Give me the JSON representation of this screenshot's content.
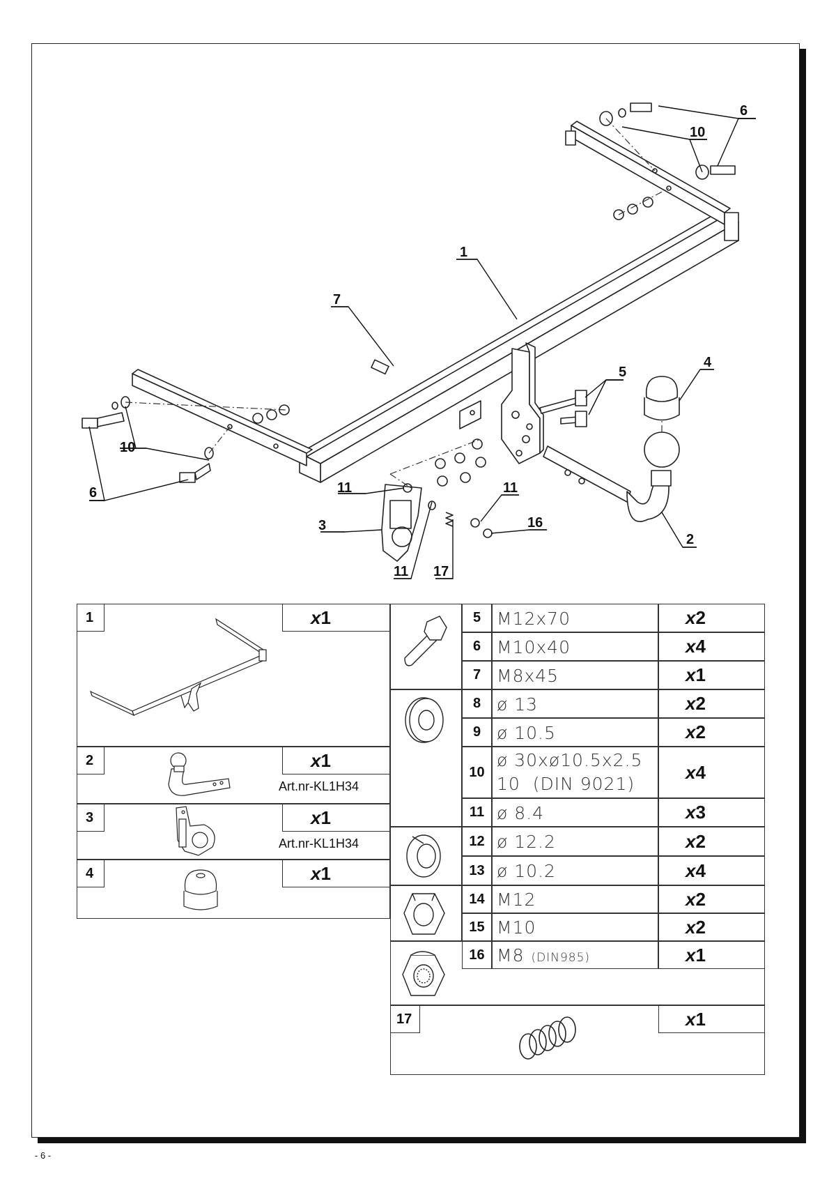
{
  "page": {
    "number": "- 6 -"
  },
  "diagram": {
    "callouts": [
      "1",
      "2",
      "3",
      "4",
      "5",
      "6",
      "6",
      "7",
      "10",
      "10",
      "11",
      "11",
      "11",
      "16",
      "17"
    ]
  },
  "parts": [
    {
      "no": "1",
      "qty_prefix": "x",
      "qty": "1",
      "icon": "tow-bar-frame-icon"
    },
    {
      "no": "2",
      "qty_prefix": "x",
      "qty": "1",
      "art": "Art.nr-KL1H34",
      "icon": "tow-ball-neck-icon"
    },
    {
      "no": "3",
      "qty_prefix": "x",
      "qty": "1",
      "art": "Art.nr-KL1H34",
      "icon": "socket-plate-icon"
    },
    {
      "no": "4",
      "qty_prefix": "x",
      "qty": "1",
      "icon": "ball-cap-icon"
    }
  ],
  "hardware": [
    {
      "no": "5",
      "spec": "M12x70",
      "qty_prefix": "x",
      "qty": "2"
    },
    {
      "no": "6",
      "spec": "M10x40",
      "qty_prefix": "x",
      "qty": "4"
    },
    {
      "no": "7",
      "spec": "M8x45",
      "qty_prefix": "x",
      "qty": "1"
    },
    {
      "no": "8",
      "spec": "ø 13",
      "qty_prefix": "x",
      "qty": "2"
    },
    {
      "no": "9",
      "spec": "ø 10.5",
      "qty_prefix": "x",
      "qty": "2"
    },
    {
      "no": "10",
      "spec": "ø 30xø10.5x2.5",
      "spec2": "10  (DIN 9021)",
      "qty_prefix": "x",
      "qty": "4"
    },
    {
      "no": "11",
      "spec": "ø 8.4",
      "qty_prefix": "x",
      "qty": "3"
    },
    {
      "no": "12",
      "spec": "ø 12.2",
      "qty_prefix": "x",
      "qty": "2"
    },
    {
      "no": "13",
      "spec": "ø 10.2",
      "qty_prefix": "x",
      "qty": "4"
    },
    {
      "no": "14",
      "spec": "M12",
      "qty_prefix": "x",
      "qty": "2"
    },
    {
      "no": "15",
      "spec": "M10",
      "qty_prefix": "x",
      "qty": "2"
    },
    {
      "no": "16",
      "spec": "M8",
      "spec_note": "(DIN985)",
      "qty_prefix": "x",
      "qty": "1"
    }
  ],
  "spring": {
    "no": "17",
    "qty_prefix": "x",
    "qty": "1"
  },
  "icons": [
    "bolt-icon",
    "flat-washer-icon",
    "spring-washer-icon",
    "hex-nut-icon",
    "lock-nut-icon",
    "spring-icon"
  ]
}
